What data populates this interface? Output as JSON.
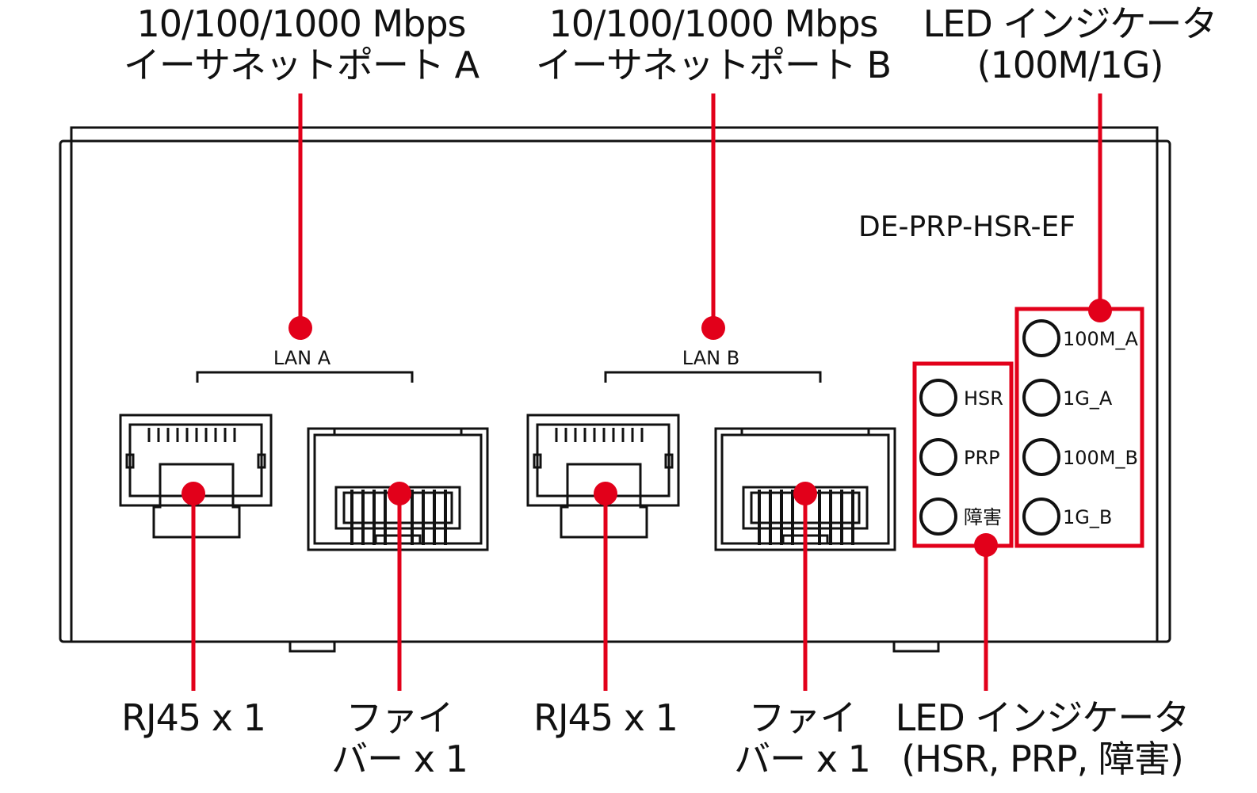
{
  "callouts": {
    "port_a": {
      "line1": "10/100/1000 Mbps",
      "line2": "イーサネットポート A"
    },
    "port_b": {
      "line1": "10/100/1000 Mbps",
      "line2": "イーサネットポート B"
    },
    "led_speed": {
      "line1": "LED インジケータ",
      "line2": "(100M/1G)"
    },
    "rj45_a": {
      "line1": "RJ45 x 1"
    },
    "fiber_a": {
      "line1": "ファイ",
      "line2": "バー x 1"
    },
    "rj45_b": {
      "line1": "RJ45 x 1"
    },
    "fiber_b": {
      "line1": "ファイ",
      "line2": "バー x 1"
    },
    "led_status": {
      "line1": "LED インジケータ",
      "line2": "(HSR, PRP, 障害)"
    }
  },
  "device": {
    "model": "DE-PRP-HSR-EF",
    "lan_a_label": "LAN A",
    "lan_b_label": "LAN B",
    "status_leds": [
      "HSR",
      "PRP",
      "障害"
    ],
    "speed_leds": [
      "100M_A",
      "1G_A",
      "100M_B",
      "1G_B"
    ]
  },
  "colors": {
    "callout": "#e2001a",
    "outline": "#111111"
  }
}
